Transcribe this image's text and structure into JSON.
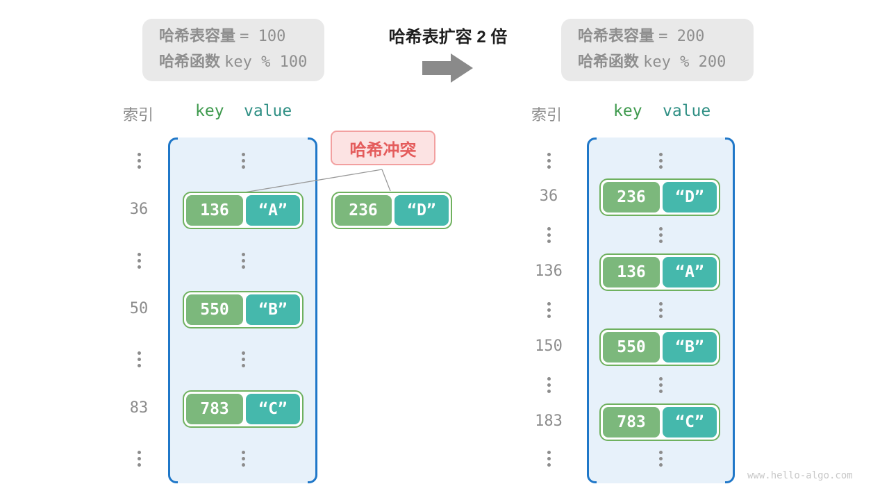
{
  "header": {
    "before_box": {
      "capacity_label": "哈希表容量",
      "capacity_value": "= 100",
      "hash_label": "哈希函数",
      "hash_value": "key % 100"
    },
    "title": "哈希表扩容 2 倍",
    "after_box": {
      "capacity_label": "哈希表容量",
      "capacity_value": "= 200",
      "hash_label": "哈希函数",
      "hash_value": "key % 200"
    }
  },
  "collision_label": "哈希冲突",
  "left_table": {
    "index_header": "索引",
    "key_header": "key",
    "value_header": "value",
    "rows": [
      {
        "index": "36",
        "key": "136",
        "value": "“A”"
      },
      {
        "index": "50",
        "key": "550",
        "value": "“B”"
      },
      {
        "index": "83",
        "key": "783",
        "value": "“C”"
      }
    ]
  },
  "floating_pair": {
    "key": "236",
    "value": "“D”"
  },
  "right_table": {
    "index_header": "索引",
    "key_header": "key",
    "value_header": "value",
    "rows": [
      {
        "index": "36",
        "key": "236",
        "value": "“D”"
      },
      {
        "index": "136",
        "key": "136",
        "value": "“A”"
      },
      {
        "index": "150",
        "key": "550",
        "value": "“B”"
      },
      {
        "index": "183",
        "key": "783",
        "value": "“C”"
      }
    ]
  },
  "watermark": "www.hello-algo.com",
  "colors": {
    "key_cell": "#7cb87c",
    "value_cell": "#45b8ac",
    "pair_border": "#6fb15f",
    "table_fill": "#e7f1fa",
    "table_border": "#1f77c8",
    "key_header_text": "#3f9a4e",
    "value_header_text": "#2f8f84",
    "collision_text": "#e45c5c",
    "collision_fill": "#fce3e3",
    "gray_box_fill": "#e9e9e9",
    "gray_text": "#8e8e8e",
    "arrow": "#8a8a8a"
  }
}
